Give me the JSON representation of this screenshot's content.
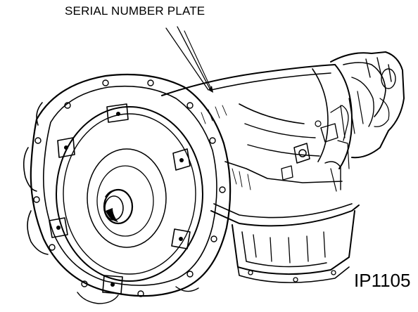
{
  "callout": {
    "label": "SERIAL NUMBER PLATE"
  },
  "figure": {
    "id": "IP1105"
  },
  "icons": [
    "transmission-assembly-drawing",
    "leader-line"
  ]
}
